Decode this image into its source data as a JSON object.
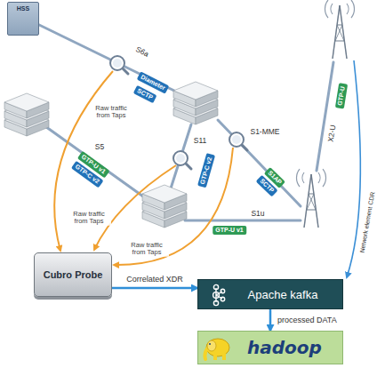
{
  "diagram": {
    "nodes": [
      {
        "text": [
          "HSS"
        ]
      },
      {
        "text": [
          "Cubro Probe"
        ]
      },
      {
        "text": [
          "Apache kafka"
        ]
      },
      {
        "text": [
          "hadoop"
        ]
      }
    ],
    "edges": [
      {
        "from": 1,
        "to": 2,
        "arrow": "to",
        "label": "Correlated XDR"
      },
      {
        "from": 2,
        "to": 3,
        "arrow": "to",
        "label": "processed DATA"
      }
    ],
    "labels": [
      "S6a",
      "Diameter",
      "SCTP",
      "X2-U",
      "GTP-U",
      "Raw traffic from Taps",
      "S11",
      "GTP-C v2",
      "S1-MME",
      "S5",
      "GTP-U v1",
      "GTP-C v2",
      "S1AP",
      "SCTP",
      "S1u",
      "GTP-U v1",
      "Raw traffic from Taps",
      "Raw traffic from Taps",
      "Network element CDR"
    ]
  }
}
